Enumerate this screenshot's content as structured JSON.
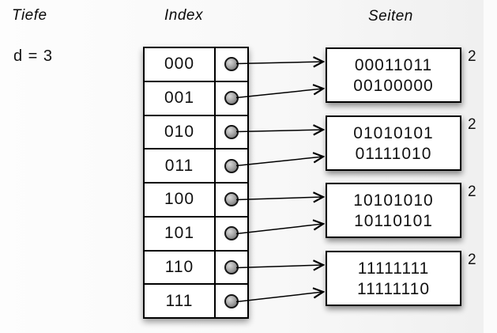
{
  "headers": {
    "depth_label": "Tiefe",
    "index_label": "Index",
    "pages_label": "Seiten"
  },
  "depth": {
    "value": "d = 3"
  },
  "index_table": {
    "entries": [
      "000",
      "001",
      "010",
      "011",
      "100",
      "101",
      "110",
      "111"
    ]
  },
  "pages": [
    {
      "values": [
        "00011011",
        "00100000"
      ],
      "local_depth": "2"
    },
    {
      "values": [
        "01010101",
        "01111010"
      ],
      "local_depth": "2"
    },
    {
      "values": [
        "10101010",
        "10110101"
      ],
      "local_depth": "2"
    },
    {
      "values": [
        "11111111",
        "11111110"
      ],
      "local_depth": "2"
    }
  ],
  "connections": [
    {
      "entry": "000",
      "page": 1
    },
    {
      "entry": "001",
      "page": 1
    },
    {
      "entry": "010",
      "page": 2
    },
    {
      "entry": "011",
      "page": 2
    },
    {
      "entry": "100",
      "page": 3
    },
    {
      "entry": "101",
      "page": 3
    },
    {
      "entry": "110",
      "page": 4
    },
    {
      "entry": "111",
      "page": 4
    }
  ],
  "colors": {
    "line": "#000000",
    "box_background": "#ffffff",
    "text": "#111111",
    "dot_highlight": "#d9d9d9",
    "dot_shadow": "#606060"
  }
}
